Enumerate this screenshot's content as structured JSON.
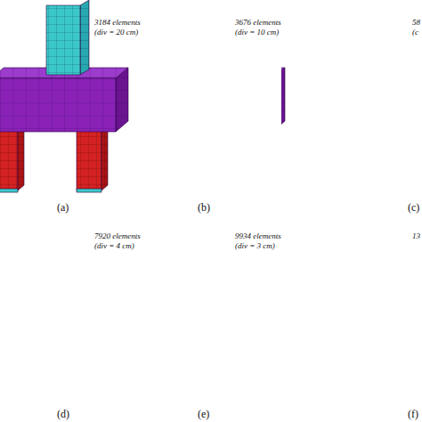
{
  "diagram": {
    "labels": [
      "3184 elements",
      "(div = 20 cm)",
      "3676 elements",
      "(div = 10 cm)",
      "58",
      "(c",
      "7920 elements",
      "(div = 4 cm)",
      "9934 elements",
      "(div = 3 cm)",
      "13",
      "(a)",
      "(b)",
      "(c)",
      "(d)",
      "(e)",
      "(f)"
    ]
  }
}
